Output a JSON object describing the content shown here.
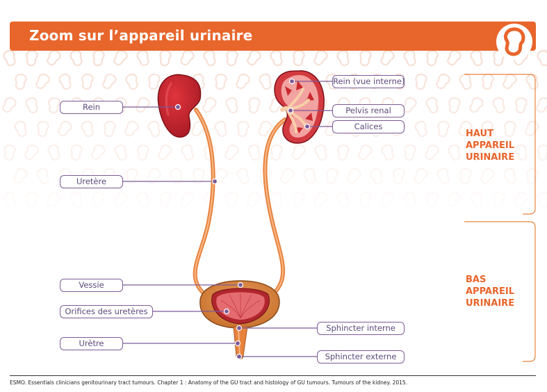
{
  "header": {
    "title": "Zoom sur l’appareil urinaire"
  },
  "labels": {
    "rein": "Rein",
    "uretere": "Uretère",
    "vessie": "Vessie",
    "orifices": "Orifices des uretères",
    "uretre": "Urètre",
    "rein_interne": "Rein (vue interne)",
    "pelvis": "Pelvis renal",
    "calices": "Calices",
    "sphincter_interne": "Sphincter interne",
    "sphincter_externe": "Sphincter externe"
  },
  "sections": {
    "haut": [
      "HAUT",
      "APPAREIL",
      "URINAIRE"
    ],
    "bas": [
      "BAS",
      "APPAREIL",
      "URINAIRE"
    ]
  },
  "footnote": "ESMO. Essentials clinicians genitourinary tract tumours. Chapter 1 : Anatomy of the GU tract and histology of GU tumours. Tumours of the kidney. 2015.",
  "colors": {
    "accent": "#e8652b",
    "label_border": "#7b5a97",
    "kidney": "#c42330",
    "ureter": "#e8833e"
  }
}
